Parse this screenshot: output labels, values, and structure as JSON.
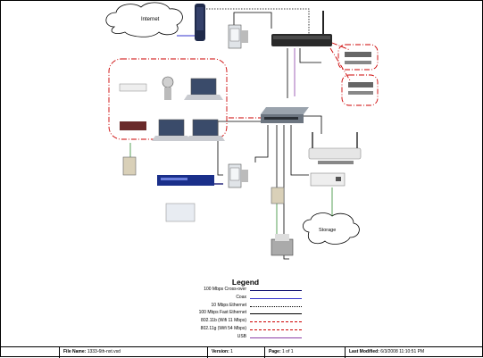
{
  "diagram": {
    "labels": {
      "internet": "Internet",
      "storage": "Storage"
    }
  },
  "legend": {
    "title": "Legend",
    "items": [
      {
        "label": "100 Mbps Cross-over",
        "color": "#000066",
        "style": "solid"
      },
      {
        "label": "Coax",
        "color": "#3333cc",
        "style": "solid"
      },
      {
        "label": "10 Mbps Ethernet",
        "color": "#000000",
        "style": "dotted"
      },
      {
        "label": "100 Mbps Fast Ethernet",
        "color": "#000000",
        "style": "solid"
      },
      {
        "label": "802.11b (Wifi 11 Mbps)",
        "color": "#cc0000",
        "style": "dashdot"
      },
      {
        "label": "802.11g (Wifi 54 Mbps)",
        "color": "#cc0000",
        "style": "dashed"
      },
      {
        "label": "USB",
        "color": "#8b3fa8",
        "style": "solid"
      }
    ]
  },
  "footer": {
    "file_name_label": "File Name:",
    "file_name": "1333-6th-nxt.vsd",
    "version_label": "Version:",
    "version": "1",
    "page_label": "Page:",
    "page": "1 of 1",
    "modified_label": "Last Modified:",
    "modified": "6/3/2008 11:10:51 PM"
  }
}
